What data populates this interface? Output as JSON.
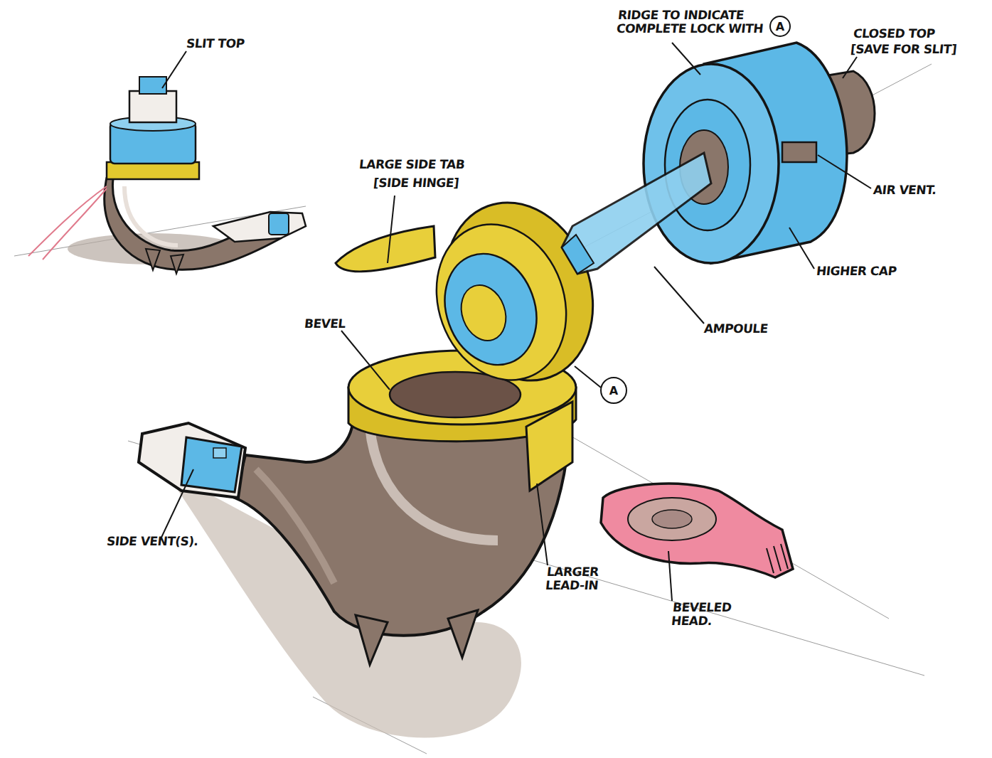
{
  "diagram": {
    "nodes": [
      {
        "text": [
          "A"
        ]
      },
      {
        "text": [
          "A"
        ]
      }
    ],
    "labels": [
      "SLIT TOP",
      "RIDGE TO INDICATE COMPLETE LOCK WITH",
      "CLOSED TOP",
      "[SAVE FOR SLIT]",
      "LARGE SIDE TAB",
      "[SIDE HINGE]",
      "AIR VENT.",
      "HIGHER CAP",
      "BEVEL",
      "AMPOULE",
      "SIDE VENT(S).",
      "LARGER LEAD-IN",
      "BEVELED HEAD."
    ]
  }
}
